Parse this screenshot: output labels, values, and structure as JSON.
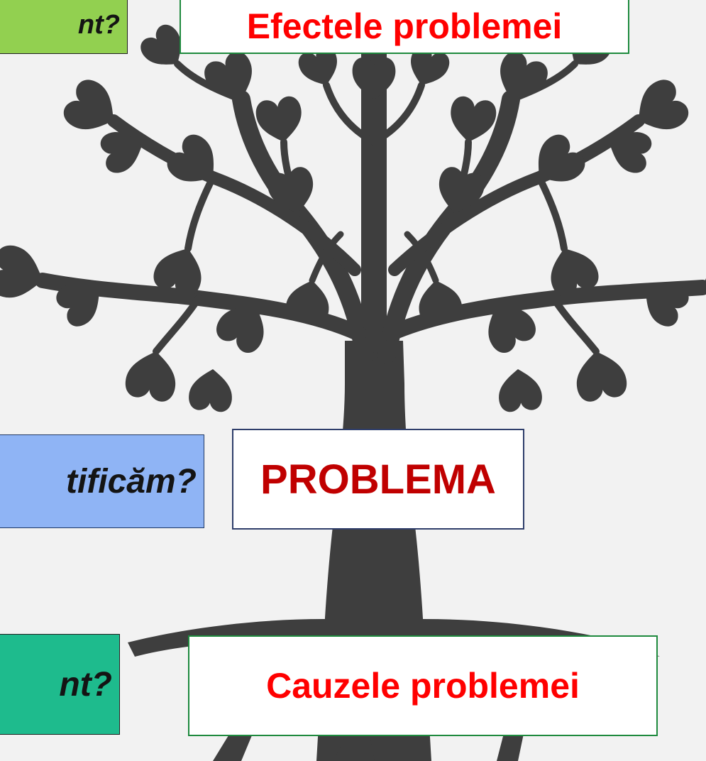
{
  "diagram": {
    "effects_label": "Efectele problemei",
    "problem_label": "PROBLEMA",
    "causes_label": "Cauzele problemei",
    "question_top": "nt?",
    "question_middle": "tificăm?",
    "question_bottom": "nt?"
  },
  "colors": {
    "background": "#f2f2f2",
    "tree": "#3e3e3e",
    "question_top_fill": "#92d050",
    "question_middle_fill": "#8fb4f5",
    "question_bottom_fill": "#1ebb8d",
    "effects_causes_text": "#ff0000",
    "problem_text": "#c00000"
  },
  "icons": {
    "tree": "tree-with-roots-silhouette"
  }
}
